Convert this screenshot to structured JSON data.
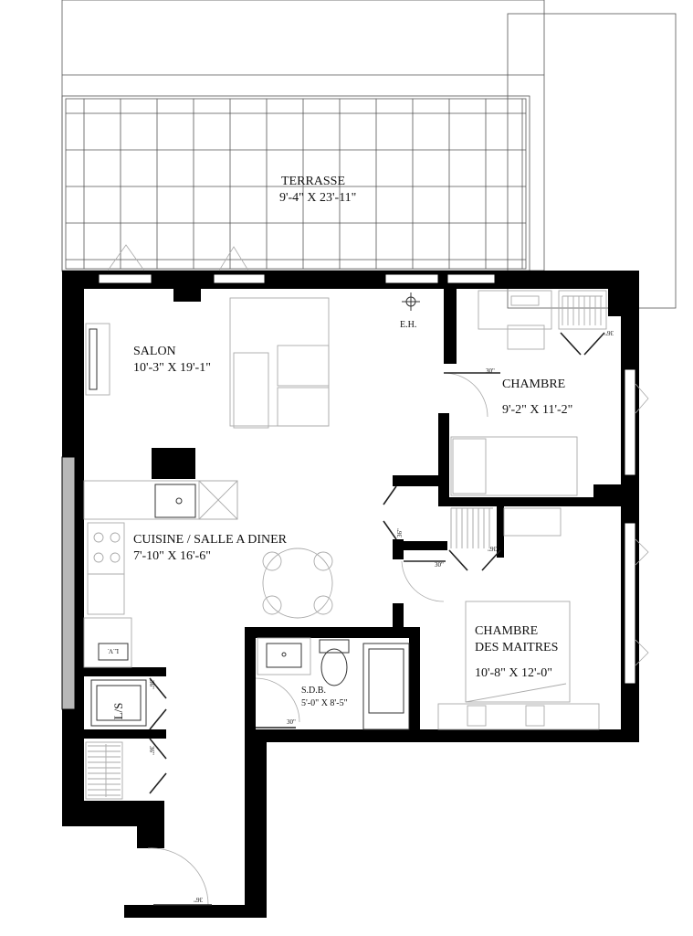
{
  "plan": {
    "rooms": {
      "terrasse": {
        "name": "TERRASSE",
        "dims": "9'-4\"  X  23'-11\""
      },
      "salon": {
        "name": "SALON",
        "dims": "10'-3\"  X  19'-1\""
      },
      "chambre": {
        "name": "CHAMBRE",
        "dims": "9'-2\"  X 11'-2\""
      },
      "cuisine": {
        "name": "CUISINE / SALLE A DINER",
        "dims": "7'-10\"  X  16'-6\""
      },
      "chambre_maitres": {
        "name_line1": "CHAMBRE",
        "name_line2": "DES MAITRES",
        "dims": "10'-8\"  X 12'-0\""
      },
      "sdb": {
        "name": "S.D.B.",
        "dims": "5'-0\"  X 8'-5\""
      }
    },
    "fixtures": {
      "water_heater": "E.H.",
      "washer_dryer": "L/S",
      "dishwasher": "L.V."
    },
    "door_widths": {
      "chambre_door": "30\"",
      "chambre_closet": "36\"",
      "hall_closet": "36\"",
      "cmaitre_door": "30\"",
      "cmaitre_closet": "36\"",
      "sdb_door": "30\"",
      "ls_closet": "36\"",
      "entry_closet": "36\"",
      "entry_door": "36\""
    }
  }
}
